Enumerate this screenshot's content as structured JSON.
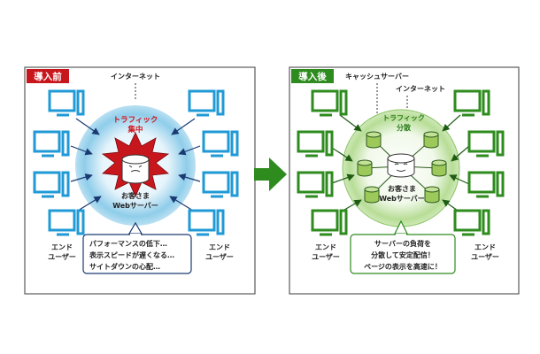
{
  "before": {
    "tag": "導入前",
    "internet": "インターネット",
    "traffic": [
      "トラフィック",
      "集中"
    ],
    "server": [
      "お客さま",
      "Webサーバー"
    ],
    "end_user_left": [
      "エンド",
      "ユーザー"
    ],
    "end_user_right": [
      "エンド",
      "ユーザー"
    ],
    "callout": [
      "パフォーマンスの低下…",
      "表示スピードが遅くなる…",
      "サイトダウンの心配…"
    ]
  },
  "after": {
    "tag": "導入後",
    "cache": "キャッシュサーバー",
    "internet": "インターネット",
    "traffic": [
      "トラフィック",
      "分散"
    ],
    "server": [
      "お客さま",
      "Webサーバー"
    ],
    "end_user_left": [
      "エンド",
      "ユーザー"
    ],
    "end_user_right": [
      "エンド",
      "ユーザー"
    ],
    "callout": [
      "サーバーの負荷を",
      "分散して安定配信！",
      "ページの表示を高速に！"
    ]
  },
  "colors": {
    "before_accent": "#c8161d",
    "before_monitor": "#1f9ad6",
    "after_accent": "#2e8b1e",
    "after_monitor": "#2e8b1e",
    "cache_fill": "#9cc95a"
  },
  "icons": {
    "monitor": "monitor-icon",
    "server": "server-icon",
    "arrow": "arrow-right-icon"
  }
}
